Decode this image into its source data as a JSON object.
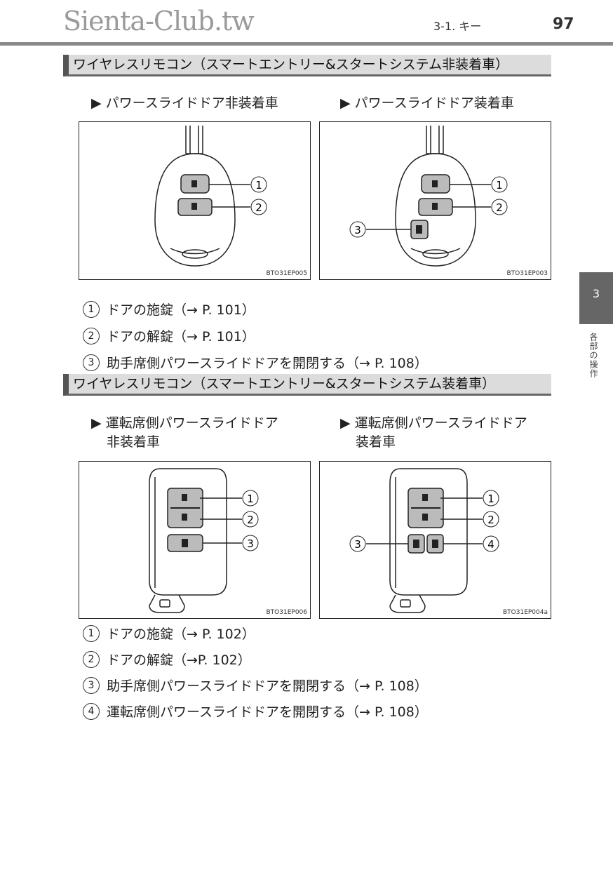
{
  "header": {
    "chapter": "3-1. キー",
    "page_number": "97",
    "watermark": "Sienta-Club.tw"
  },
  "section1": {
    "title": "ワイヤレスリモコン（スマートエントリー&スタートシステム非装着車）",
    "variants": [
      "▶ パワースライドドア非装着車",
      "▶ パワースライドドア装着車"
    ],
    "figures": [
      {
        "code": "BTO31EP005",
        "callouts": [
          "1",
          "2"
        ]
      },
      {
        "code": "BTO31EP003",
        "callouts": [
          "1",
          "2",
          "3"
        ]
      }
    ],
    "items": [
      {
        "num": "1",
        "text": "ドアの施錠（→ P. 101）"
      },
      {
        "num": "2",
        "text": "ドアの解錠（→ P. 101）"
      },
      {
        "num": "3",
        "text": "助手席側パワースライドドアを開閉する（→ P. 108）"
      }
    ]
  },
  "section2": {
    "title": "ワイヤレスリモコン（スマートエントリー&スタートシステム装着車）",
    "variants": [
      {
        "line1": "▶ 運転席側パワースライドドア",
        "line2": "非装着車"
      },
      {
        "line1": "▶ 運転席側パワースライドドア",
        "line2": "装着車"
      }
    ],
    "figures": [
      {
        "code": "BTO31EP006",
        "callouts": [
          "1",
          "2",
          "3"
        ]
      },
      {
        "code": "BTO31EP004a",
        "callouts": [
          "1",
          "2",
          "3",
          "4"
        ]
      }
    ],
    "items": [
      {
        "num": "1",
        "text": "ドアの施錠（→ P. 102）"
      },
      {
        "num": "2",
        "text": "ドアの解錠（→P. 102）"
      },
      {
        "num": "3",
        "text": "助手席側パワースライドドアを開閉する（→ P. 108）"
      },
      {
        "num": "4",
        "text": "運転席側パワースライドドアを開閉する（→ P. 108）"
      }
    ]
  },
  "side_tab": {
    "number": "3",
    "label": "各部の操作"
  }
}
